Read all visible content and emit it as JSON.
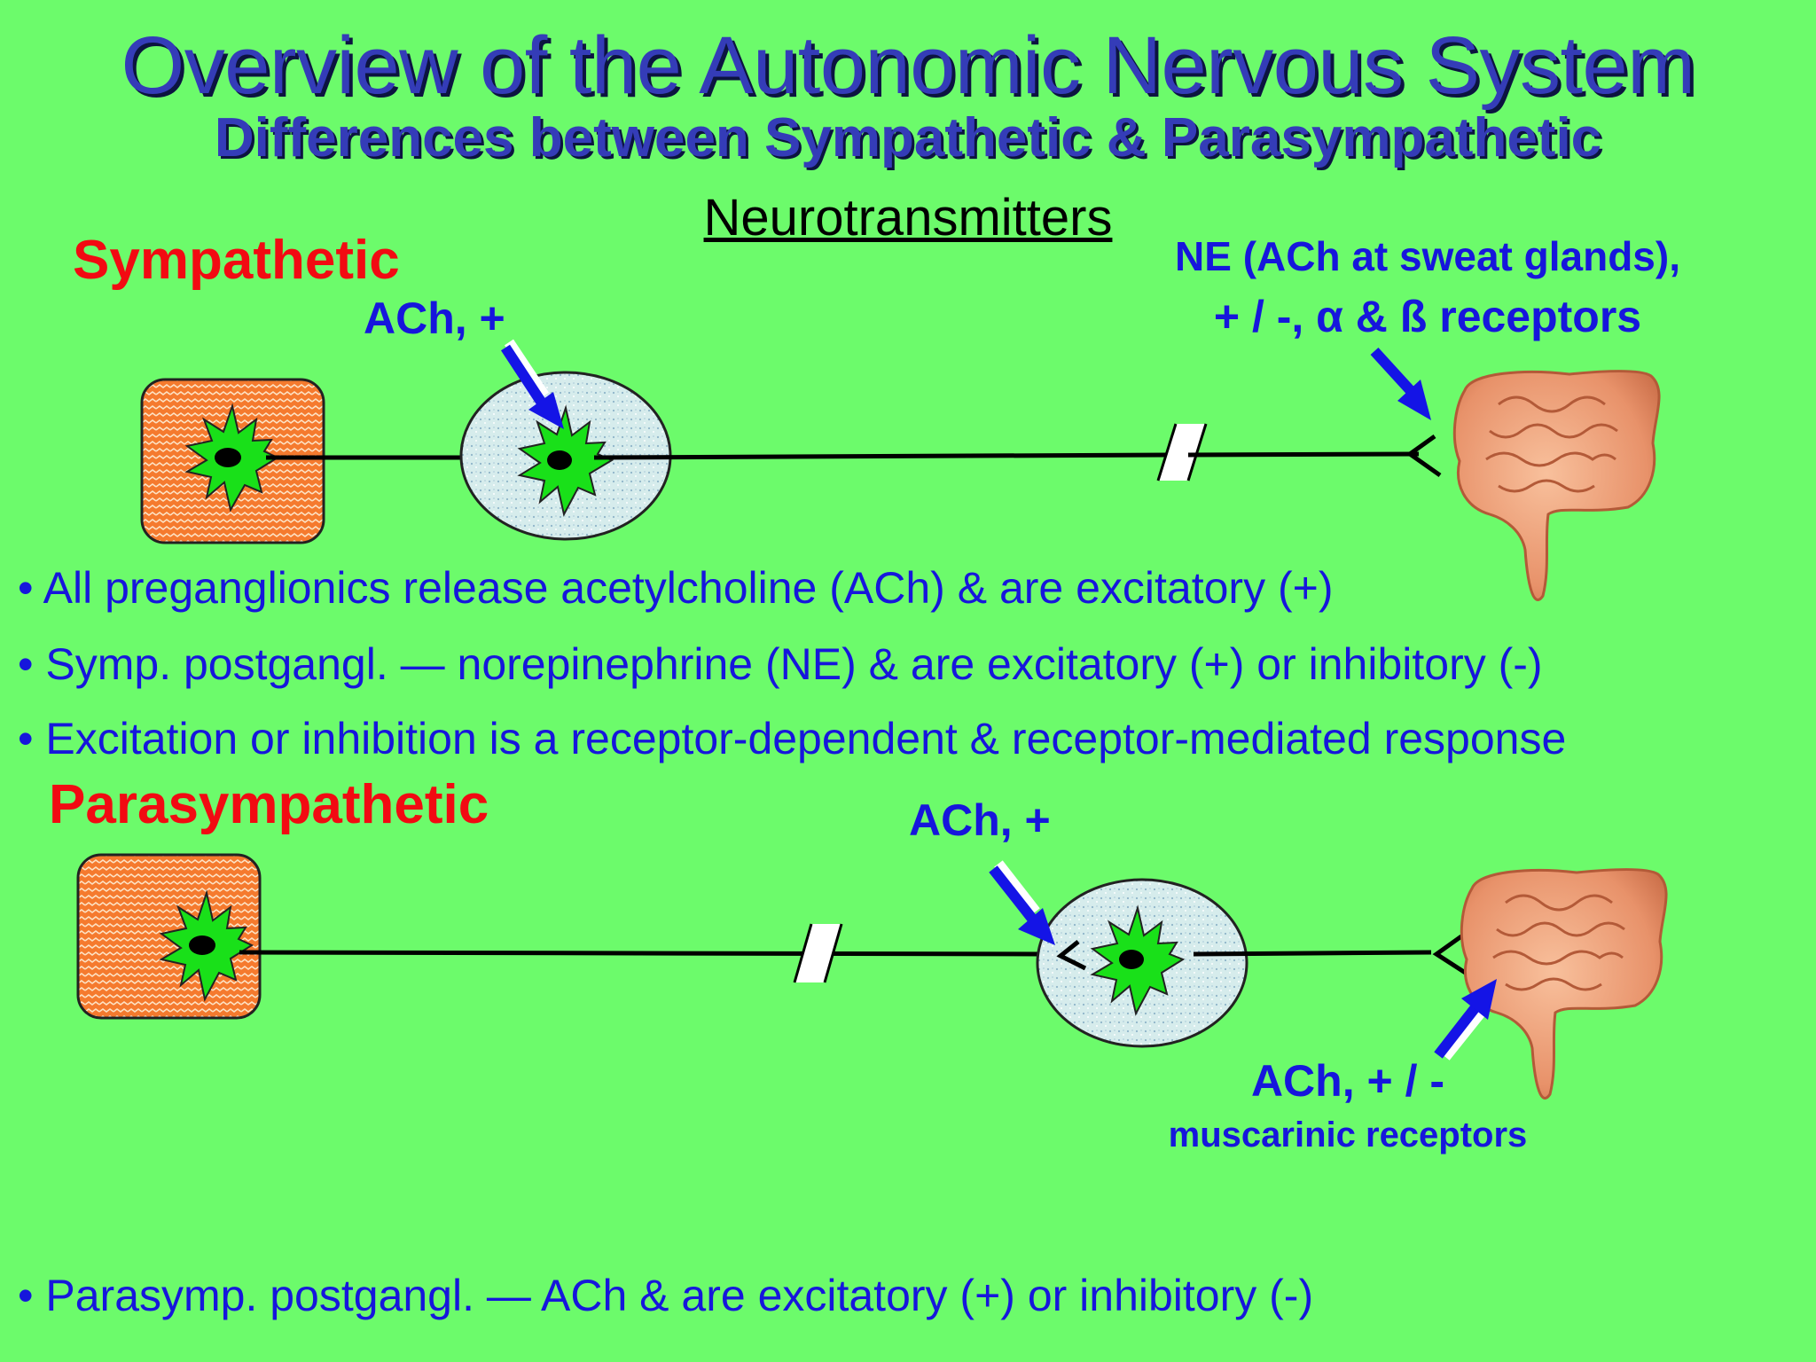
{
  "header": {
    "title": "Overview of the Autonomic Nervous System",
    "subtitle": "Differences between Sympathetic & Parasympathetic",
    "section": "Neurotransmitters"
  },
  "sympathetic": {
    "label": "Sympathetic",
    "preganglionic_label": "ACh, +",
    "postganglionic_label_line1": "NE (ACh at sweat glands),",
    "postganglionic_label_line2": "+ / -, α & ß receptors"
  },
  "bullets": [
    "• All preganglionics release acetylcholine (ACh) & are excitatory (+)",
    "• Symp. postgangl. — norepinephrine (NE) & are excitatory (+) or inhibitory (-)",
    "• Excitation or inhibition is a receptor-dependent & receptor-mediated response"
  ],
  "parasympathetic": {
    "label": "Parasympathetic",
    "preganglionic_label": "ACh, +",
    "postganglionic_label_line1": "ACh, + / -",
    "postganglionic_label_line2": "muscarinic receptors"
  },
  "footer_bullet": "• Parasymp. postgangl. — ACh & are excitatory (+) or inhibitory (-)",
  "colors": {
    "background": "#6cfb6b",
    "title": "#343cb8",
    "system_label": "#f20a12",
    "text": "#1616dc",
    "cns_box": "#f57a2e",
    "ganglion": "#d6ecec",
    "neuron": "#19e019",
    "arrow": "#1414e6",
    "organ": "#f0a47a"
  }
}
